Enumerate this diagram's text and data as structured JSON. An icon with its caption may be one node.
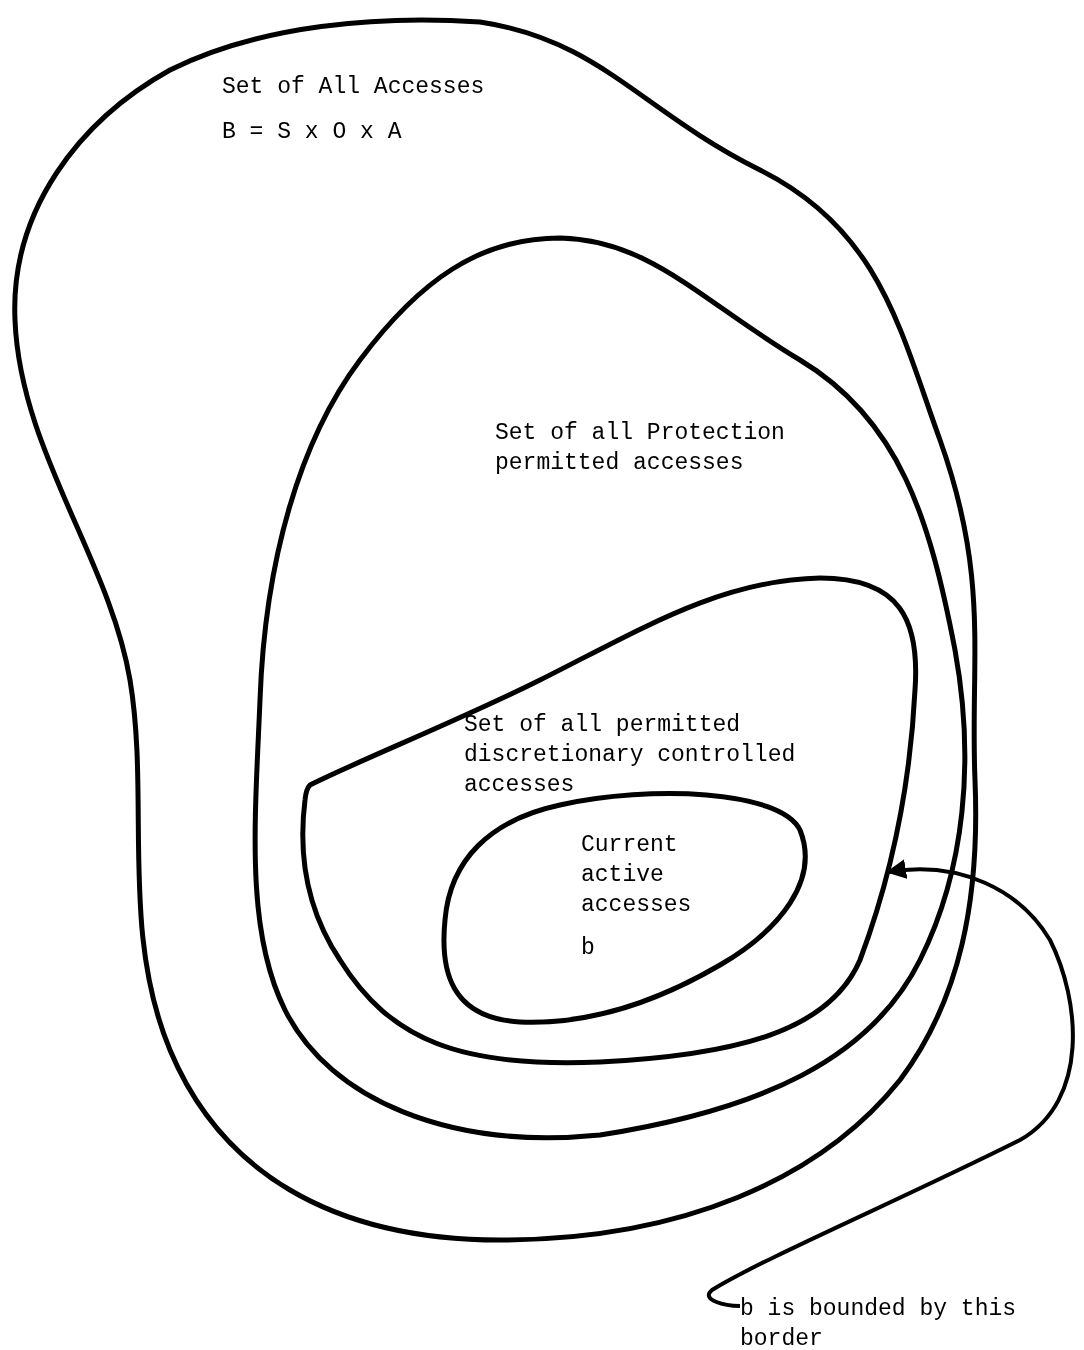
{
  "diagram": {
    "nodes": [
      {
        "text": [
          "Set of All Accesses",
          "B = S x O x A"
        ]
      },
      {
        "text": [
          "Set of all Protection permitted accesses"
        ],
        "in": 0
      },
      {
        "text": [
          "Set of all permitted discretionary controlled accesses"
        ],
        "in": 1
      },
      {
        "text": [
          "Current active accesses",
          "b"
        ],
        "in": 2
      },
      {
        "text": [
          "b is bounded by this border"
        ]
      }
    ],
    "edges": [
      {
        "from": 4,
        "to": 2,
        "arrow": "to"
      }
    ]
  }
}
